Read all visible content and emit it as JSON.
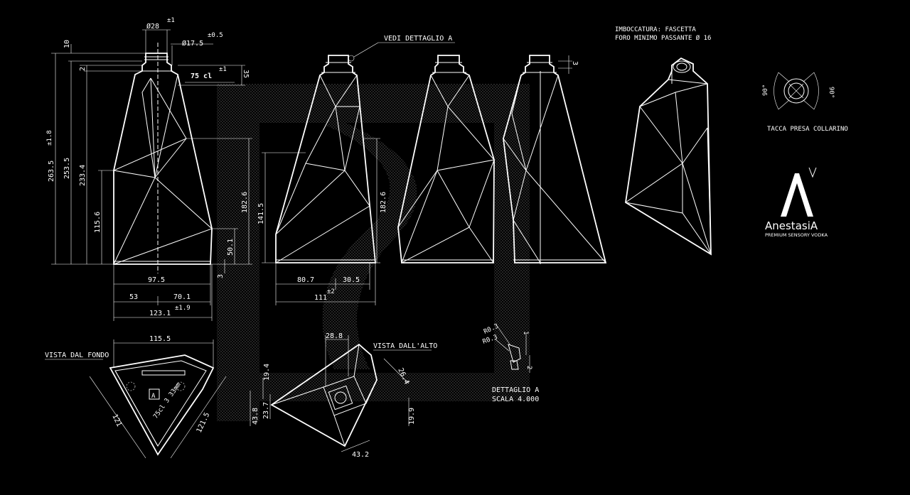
{
  "colors": {
    "background": "#000000",
    "stroke": "#ffffff",
    "pattern": "#5a5a5a"
  },
  "callouts": {
    "vedi_dettaglio": "VEDI DETTAGLIO A",
    "imboccatura": "IMBOCCATURA: FASCETTA",
    "foro_minimo": "FORO MINIMO PASSANTE Ø 16",
    "tacca": "TACCA PRESA COLLARINO",
    "vista_fondo": "VISTA DAL FONDO",
    "vista_alto": "VISTA DALL'ALTO",
    "dettaglio_a": "DETTAGLIO A",
    "scala": "SCALA 4.000",
    "capacity": "75 cl"
  },
  "dims": {
    "d28": "Ø28",
    "d28_tol": "±1",
    "d175": "Ø17.5",
    "d175_tol": "±0.5",
    "h10": "10",
    "h2": "2",
    "h35": "35",
    "cap_tol": "±1",
    "h2635": "263.5",
    "h2635_tol": "±1.8",
    "h2535": "253.5",
    "h2334": "233.4",
    "h1156": "115.6",
    "h1826": "182.6",
    "h501": "50.1",
    "h3": "3",
    "w975": "97.5",
    "w53": "53",
    "w701": "70.1",
    "w1231": "123.1",
    "w1231_tol": "±1.9",
    "h1415": "141.5",
    "h1826b": "182.6",
    "w807": "80.7",
    "w305": "30.5",
    "w111": "111",
    "w111_tol": "±2",
    "h3b": "3",
    "a90l": "90°",
    "a90r": "90°",
    "w1155": "115.5",
    "s121": "121",
    "s1215": "121.5",
    "w288": "28.8",
    "s194": "19.4",
    "s264": "26.4",
    "s237": "23.7",
    "s438": "43.8",
    "s199": "19.9",
    "s432": "43.2",
    "r03a": "R0.3",
    "r03b": "R0.3",
    "d1": "1",
    "d2": "2",
    "bottom_mark": "75cl 3 33mm",
    "mark_letter": "A"
  },
  "brand": {
    "name": "AnestasiA",
    "tagline": "PREMIUM SENSORY VODKA"
  }
}
